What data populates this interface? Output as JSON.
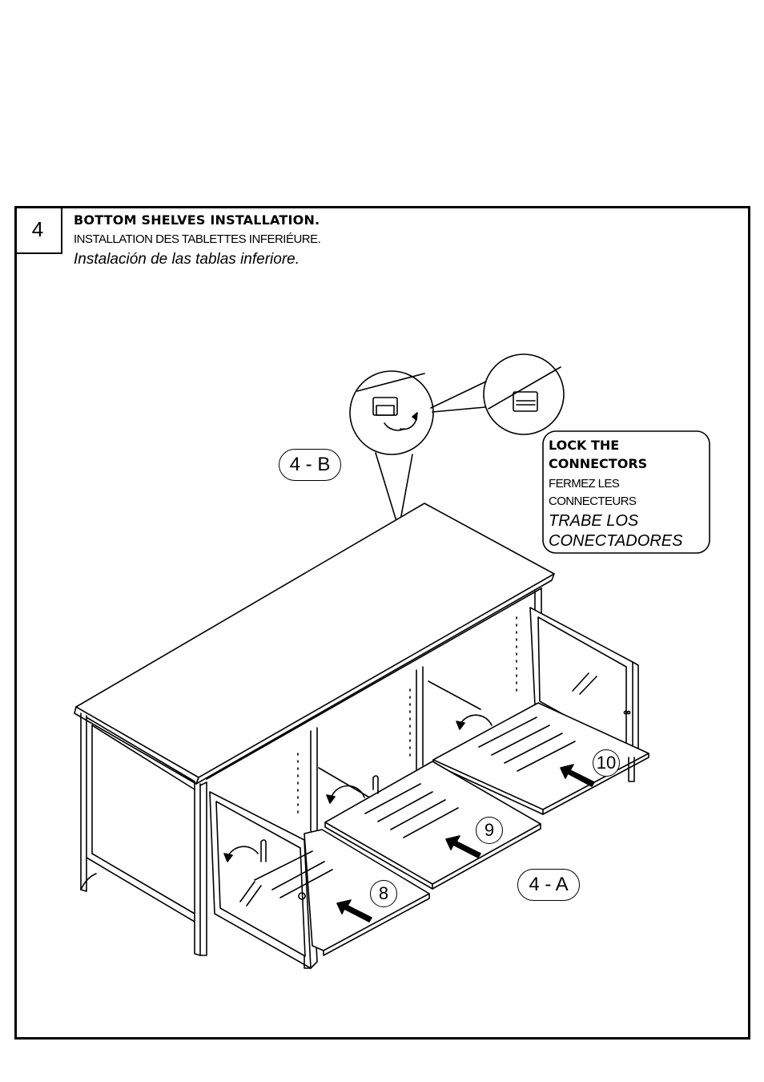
{
  "step": {
    "number": "4",
    "title_en": "BOTTOM SHELVES INSTALLATION.",
    "title_fr": "INSTALLATION DES TABLETTES INFERIÉURE.",
    "title_es": "Instalación de las  tablas inferiore."
  },
  "callout": {
    "line1_en": "LOCK THE",
    "line2_en": "CONNECTORS",
    "line1_fr": "FERMEZ LES",
    "line2_fr": "CONNECTEURS",
    "line1_es": "TRABE LOS",
    "line2_es": "CONECTADORES"
  },
  "labels": {
    "view_b": "4 - B",
    "view_a": "4 - A"
  },
  "parts": [
    "8",
    "9",
    "10"
  ]
}
